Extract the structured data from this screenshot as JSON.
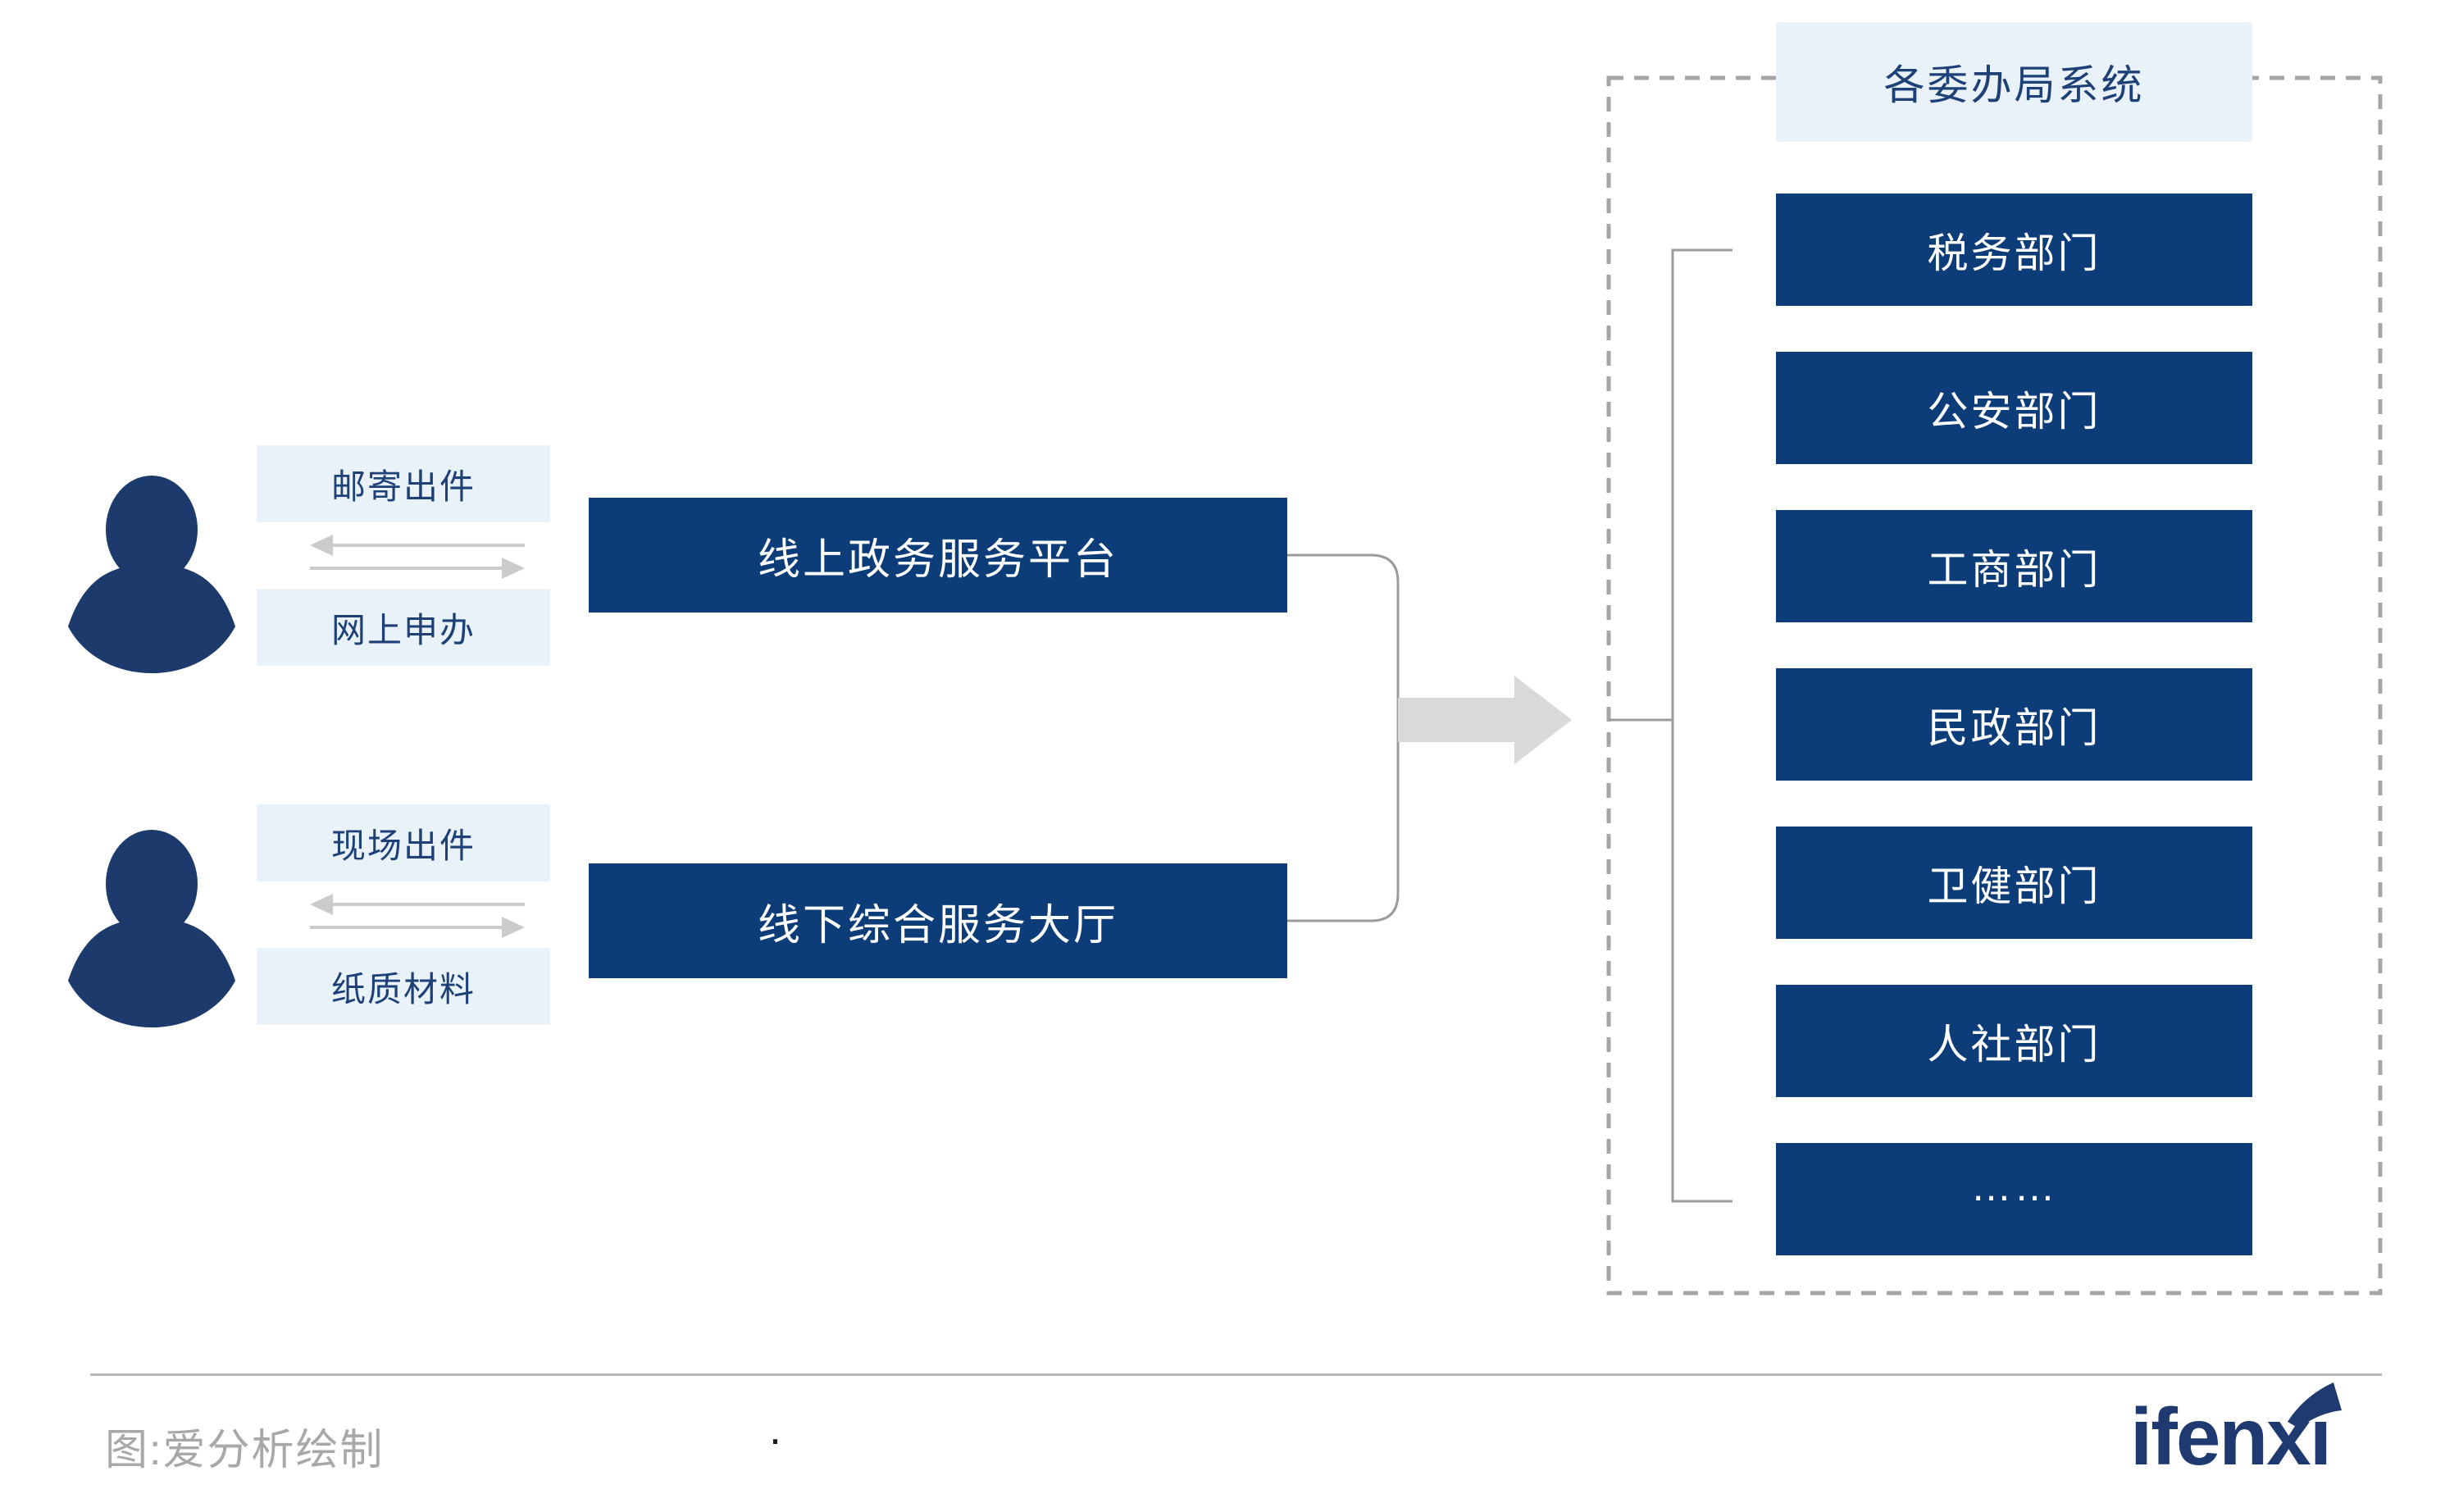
{
  "colors": {
    "box_navy": "#0d3d78",
    "person_navy": "#1c3a6b",
    "light_bg": "#e9f1f9",
    "light_text": "#1d4076",
    "dash_gray": "#a6a6a6",
    "line_gray": "#9b9b9b",
    "arrow_gray": "#d9d9d9",
    "small_arrow_gray": "#cbcbcb",
    "divider_gray": "#b9b9b9",
    "footer_gray": "#a8a8a8",
    "brand_navy": "#1e3a70"
  },
  "channels": {
    "online": {
      "receive_label": "邮寄出件",
      "submit_label": "网上申办",
      "platform_label": "线上政务服务平台"
    },
    "offline": {
      "receive_label": "现场出件",
      "submit_label": "纸质材料",
      "platform_label": "线下综合服务大厅"
    }
  },
  "systems": {
    "title": "各委办局系统",
    "departments": [
      "税务部门",
      "公安部门",
      "工商部门",
      "民政部门",
      "卫健部门",
      "人社部门",
      "……"
    ]
  },
  "footer": {
    "caption": "图:爱分析绘制",
    "stray_dot": ".",
    "brand_text": "ifenx",
    "brand_tail": "ı"
  }
}
